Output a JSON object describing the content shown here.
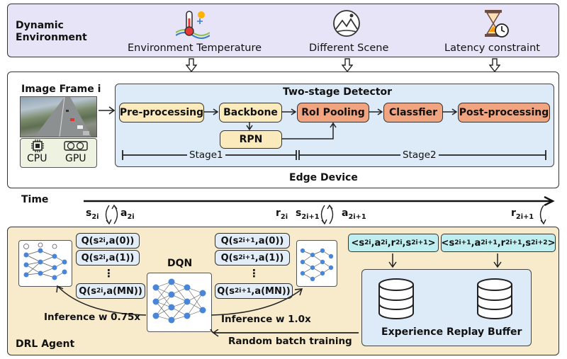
{
  "environment": {
    "title": "Dynamic Environment",
    "factors": [
      "Environment Temperature",
      "Different Scene",
      "Latency constraint"
    ],
    "icons": [
      "thermometer-icon",
      "scene-icon",
      "hourglass-icon"
    ]
  },
  "edge_device": {
    "label": "Edge Device",
    "image_frame_label": "Image Frame i",
    "hardware": [
      "CPU",
      "GPU"
    ],
    "detector": {
      "title": "Two-stage Detector",
      "modules": [
        "Pre-processing",
        "Backbone",
        "RoI Pooling",
        "Classfier",
        "Post-processing",
        "RPN"
      ],
      "stages": [
        "Stage1",
        "Stage2"
      ]
    }
  },
  "timeline": {
    "label": "Time",
    "markers": [
      {
        "main": "s",
        "sub": "2i"
      },
      {
        "main": "a",
        "sub": "2i"
      },
      {
        "main": "r",
        "sub": "2i"
      },
      {
        "main": "s",
        "sub": "2i+1"
      },
      {
        "main": "a",
        "sub": "2i+1"
      },
      {
        "main": "r",
        "sub": "2i+1"
      }
    ]
  },
  "drl_agent": {
    "label": "DRL Agent",
    "dqn_label": "DQN",
    "q_left": [
      {
        "prefix": "Q(s",
        "sub": "2i",
        "suffix": ",a(0))"
      },
      {
        "prefix": "Q(s",
        "sub": "2i",
        "suffix": ",a(1))"
      },
      {
        "prefix": "Q(s",
        "sub": "2i",
        "suffix": ",a(MN))"
      }
    ],
    "q_right": [
      {
        "prefix": "Q(s",
        "sub": "2i+1",
        "suffix": ",a(0))"
      },
      {
        "prefix": "Q(s",
        "sub": "2i+1",
        "suffix": ",a(1))"
      },
      {
        "prefix": "Q(s",
        "sub": "2i+1",
        "suffix": ",a(MN))"
      }
    ],
    "ellipsis": "⋮",
    "inference_left": "Inference w 0.75x",
    "inference_right": "Inference w 1.0x",
    "training_label": "Random batch training",
    "buffer_label": "Experience Replay Buffer",
    "tuple_1": [
      {
        "t": "<"
      },
      {
        "t": "s"
      },
      {
        "s": "2i"
      },
      {
        "t": ",a"
      },
      {
        "s": "2i"
      },
      {
        "t": ",r"
      },
      {
        "s": "2i"
      },
      {
        "t": ",s"
      },
      {
        "s": "2i+1"
      },
      {
        "t": ">"
      }
    ],
    "tuple_2": [
      {
        "t": "<"
      },
      {
        "t": "s"
      },
      {
        "s": "2i+1"
      },
      {
        "t": ",a"
      },
      {
        "s": "2i+1"
      },
      {
        "t": ",r"
      },
      {
        "s": "2i+1"
      },
      {
        "t": ",s"
      },
      {
        "s": "2i+2"
      },
      {
        "t": ">"
      }
    ]
  },
  "colors": {
    "environment_bg": "#e6e4f6",
    "detector_bg": "#dcebf7",
    "module_yellow": "#fbeabb",
    "module_orange": "#f0a47f",
    "drl_bg": "#f8ebcc",
    "tuple_bg": "#bfeef1",
    "neuron": "#4a86d8"
  }
}
